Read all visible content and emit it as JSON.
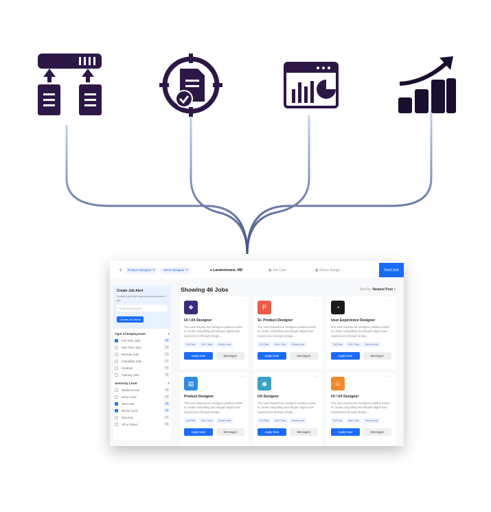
{
  "search": {
    "chips": [
      "Product Designer",
      "UI/UX Designer"
    ],
    "location": "Landontowne, MD",
    "job_type_placeholder": "Job Type",
    "salary_placeholder": "Salary Range",
    "find_label": "Find Job"
  },
  "alert": {
    "title": "Create Job Alert",
    "text": "Create a job alert now and never miss a job.",
    "input_placeholder": "Enter job keyword",
    "button": "Create Job Alerts"
  },
  "employment": {
    "title": "Type of Employment",
    "items": [
      {
        "label": "Full Time Jobs",
        "count": "56",
        "checked": true
      },
      {
        "label": "Part Time Jobs",
        "count": "24",
        "checked": false
      },
      {
        "label": "Remote Jobs",
        "count": "24",
        "checked": false
      },
      {
        "label": "Internship Jobs",
        "count": "27",
        "checked": false
      },
      {
        "label": "Contract",
        "count": "76",
        "checked": false
      },
      {
        "label": "Training Jobs",
        "count": "28",
        "checked": false
      }
    ]
  },
  "seniority": {
    "title": "Seniority Level",
    "items": [
      {
        "label": "Student Level",
        "count": "56",
        "checked": false
      },
      {
        "label": "Entry Level",
        "count": "44",
        "checked": false
      },
      {
        "label": "Mid Level",
        "count": "85",
        "checked": true
      },
      {
        "label": "Senior Level",
        "count": "45",
        "checked": true
      },
      {
        "label": "Directors",
        "count": "31",
        "checked": false
      },
      {
        "label": "VP or Above",
        "count": "58",
        "checked": false
      }
    ]
  },
  "results": {
    "heading": "Showing 46 Jobs",
    "sort_label": "Sort by:",
    "sort_value": "Newest Post"
  },
  "cards": [
    {
      "title": "UI / UX Designer",
      "color": "#3b2a7a",
      "icon": "dropbox-icon"
    },
    {
      "title": "Sr. Product Designer",
      "color": "#ef5a45",
      "icon": "product-hunt-icon"
    },
    {
      "title": "User Experience Designer",
      "color": "#1a1a1a",
      "icon": "circle-logo-icon"
    },
    {
      "title": "Product Designer",
      "color": "#2b8de0",
      "icon": "window-logo-icon"
    },
    {
      "title": "UX Designer",
      "color": "#3aa0c8",
      "icon": "location-logo-icon"
    },
    {
      "title": "UI / UX Designer",
      "color": "#f08a2a",
      "icon": "person-logo-icon"
    }
  ],
  "card_common": {
    "description": "The User Experience Designer position exists to create compelling and elegant digital user experiences through design...",
    "tags": [
      "Full Time",
      "Min 1 Year",
      "Senior Level"
    ],
    "apply": "Apply Now",
    "messages": "Messages"
  },
  "colors": {
    "icon": "#2d1747",
    "accent": "#1a6cf5",
    "line": "#5b6fa6"
  }
}
